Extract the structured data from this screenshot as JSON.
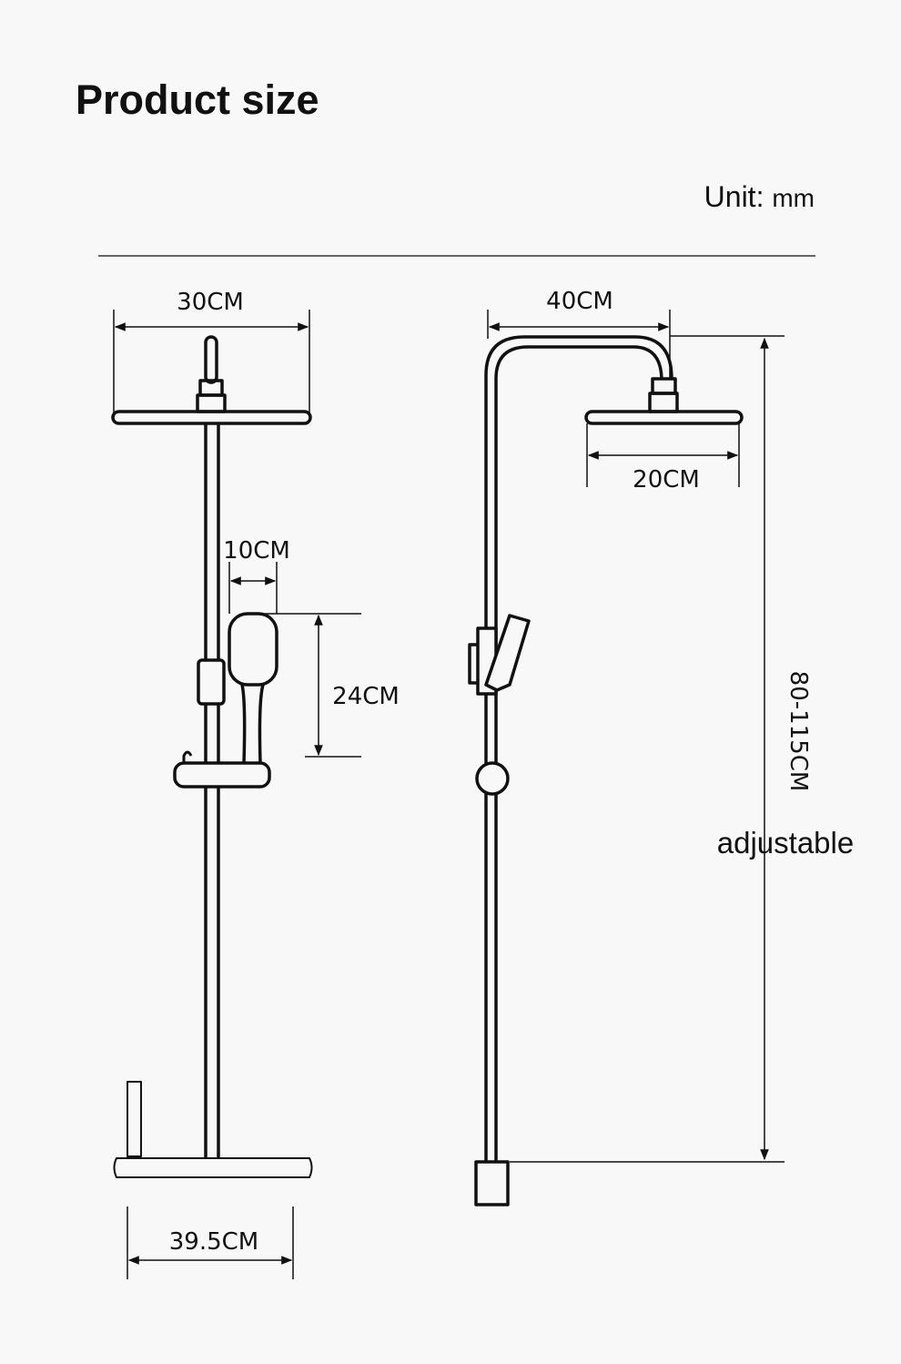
{
  "title": "Product size",
  "unit": {
    "label": "Unit:",
    "value": "mm"
  },
  "front_view": {
    "head_width": "30CM",
    "handheld_width": "10CM",
    "handheld_height": "24CM",
    "base_width": "39.5CM"
  },
  "side_view": {
    "arm_length": "40CM",
    "head_diameter": "20CM",
    "height_range": "80-115CM",
    "height_note": "adjustable"
  }
}
